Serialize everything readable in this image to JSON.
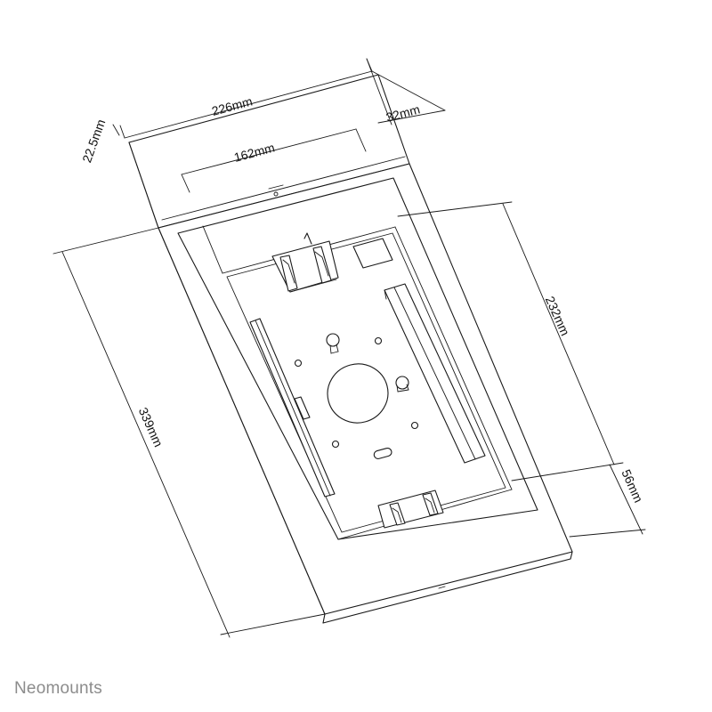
{
  "brand": {
    "name": "Neomounts"
  },
  "dimensions": {
    "outer_width": "226mm",
    "bezel_depth": "32mm",
    "inner_width": "162mm",
    "thickness": "22.5mm",
    "outer_height": "339mm",
    "inner_height": "232mm",
    "bottom_offset": "56mm"
  }
}
